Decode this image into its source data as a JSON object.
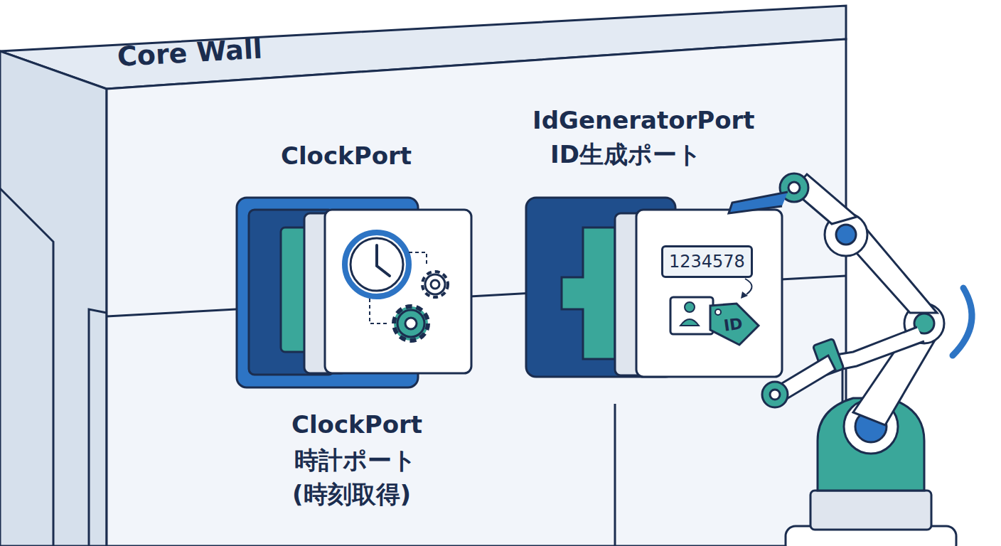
{
  "diagram": {
    "nodes": [
      {
        "text": [
          "Core Wall"
        ]
      },
      {
        "text": [
          "1234578"
        ],
        "in": 0
      },
      {
        "text": [
          "ID"
        ],
        "in": 0
      }
    ],
    "labels": [
      "ClockPort",
      "IdGeneratorPort",
      "ID生成ポート",
      "ClockPort",
      "時計ポート",
      "(時刻取得)"
    ]
  }
}
